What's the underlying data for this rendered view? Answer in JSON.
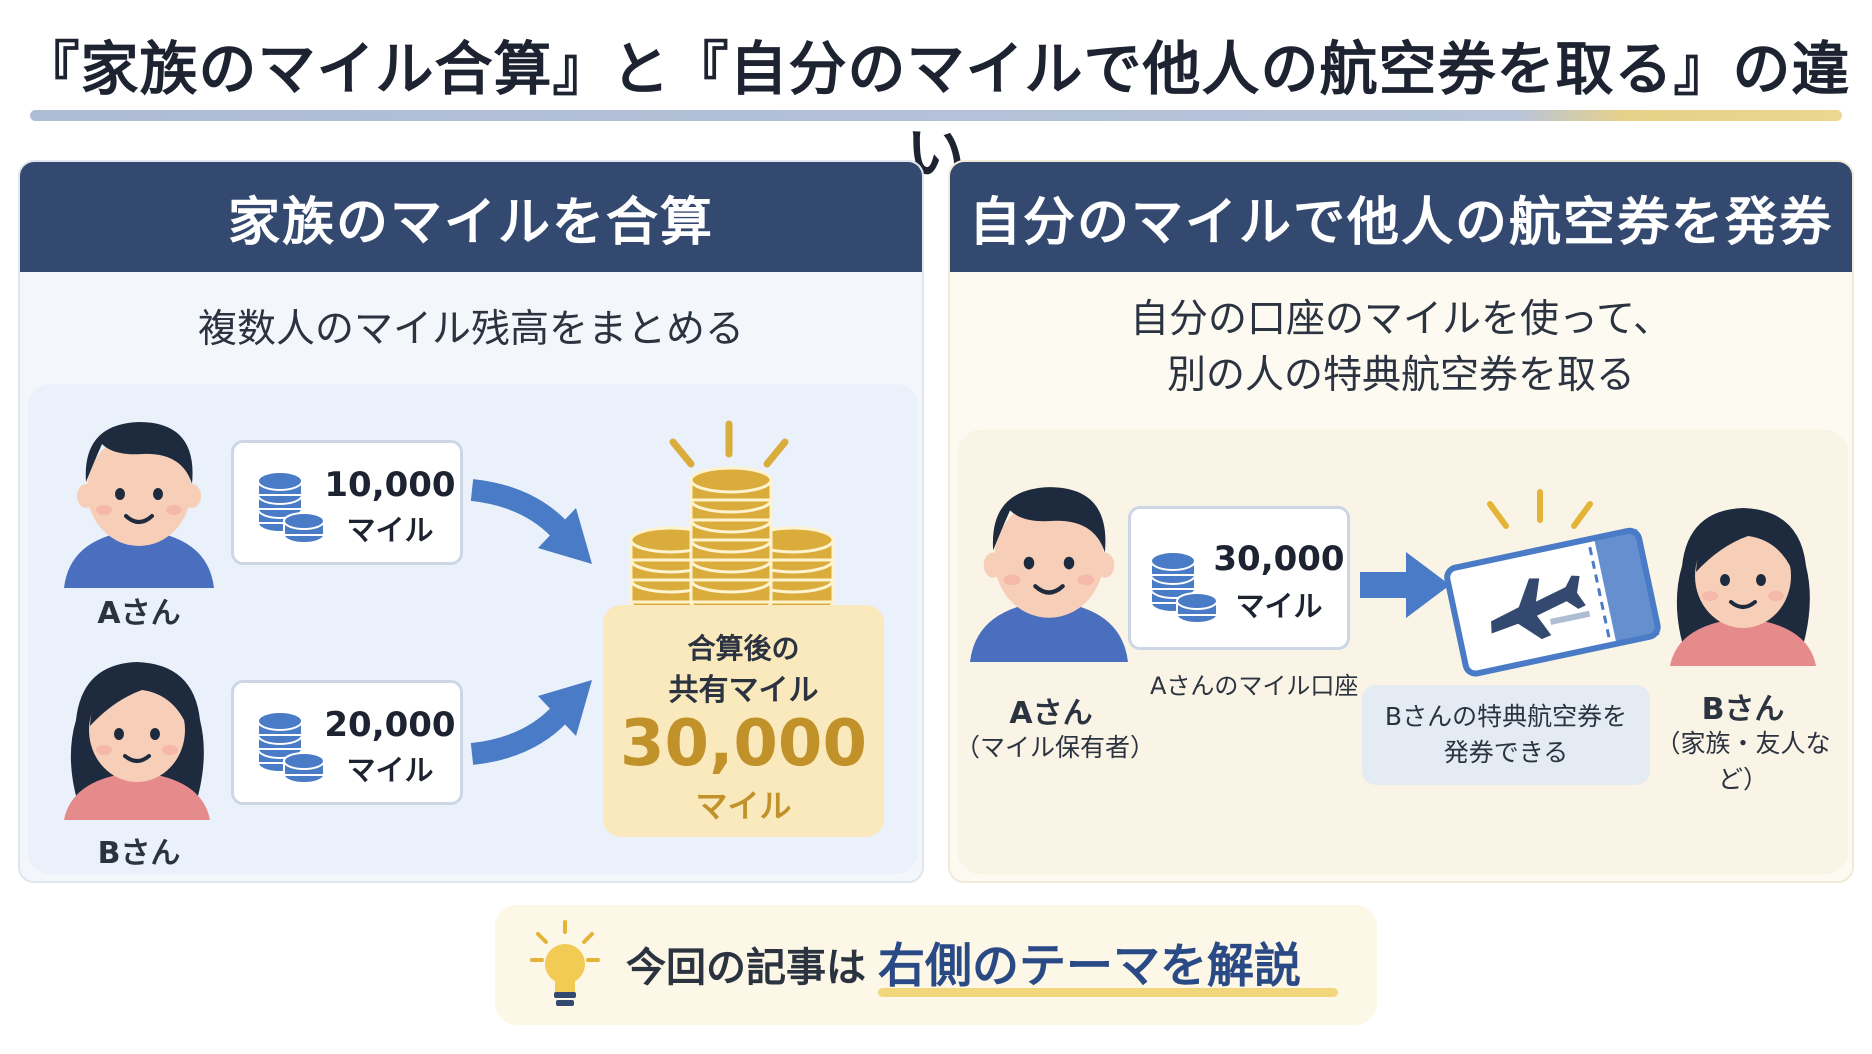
{
  "title": "『家族のマイル合算』と『自分のマイルで他人の航空券を取る』の違い",
  "left_panel": {
    "header": "家族のマイルを合算",
    "subtitle": "複数人のマイル残高をまとめる",
    "person_a": {
      "label": "Aさん",
      "miles_number": "10,000",
      "miles_unit": "マイル"
    },
    "person_b": {
      "label": "Bさん",
      "miles_number": "20,000",
      "miles_unit": "マイル"
    },
    "result": {
      "line1": "合算後の",
      "line2": "共有マイル",
      "number": "30,000",
      "unit": "マイル"
    }
  },
  "right_panel": {
    "header": "自分のマイルで他人の航空券を発券",
    "subtitle_line1": "自分の口座のマイルを使って、",
    "subtitle_line2": "別の人の特典航空券を取る",
    "person_a": {
      "label": "Aさん",
      "note": "（マイル保有者）"
    },
    "account": {
      "miles_number": "30,000",
      "miles_unit": "マイル",
      "label": "Aさんのマイル口座"
    },
    "ticket_caption_line1": "Bさんの特典航空券を",
    "ticket_caption_line2": "発券できる",
    "person_b": {
      "label": "Bさん",
      "note": "（家族・友人など）"
    }
  },
  "footer": {
    "lead": "今回の記事は",
    "highlight": "右側のテーマを解説"
  },
  "colors": {
    "header_navy": "#34496f",
    "accent_blue": "#4a7bc6",
    "gold": "#d9ac3c",
    "highlight_text": "#2a4a86"
  },
  "icons": [
    "coin-stack-icon",
    "arrow-icon",
    "airplane-ticket-icon",
    "lightbulb-icon",
    "person-avatar-icon"
  ]
}
